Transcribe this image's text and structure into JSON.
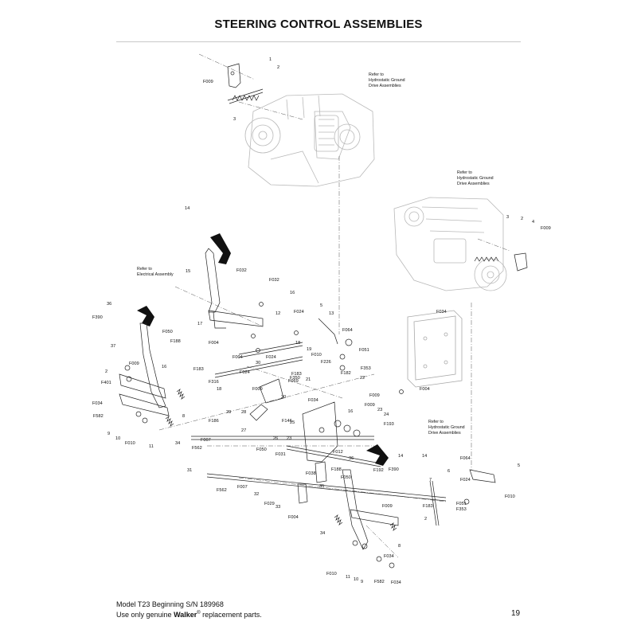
{
  "page": {
    "title": "STEERING CONTROL ASSEMBLIES",
    "page_number": "19"
  },
  "footer": {
    "line1": "Model T23 Beginning S/N 189968",
    "line2_pre": "Use only genuine ",
    "brand": "Walker",
    "trademark": "®",
    "line2_post": " replacement parts."
  },
  "notes": [
    {
      "id": "hydro-top",
      "lines": [
        "Refer to",
        "Hydrostatic Ground",
        "Drive Assemblies"
      ]
    },
    {
      "id": "hydro-right",
      "lines": [
        "Refer to",
        "Hydrostatic Ground",
        "Drive Assemblies"
      ]
    },
    {
      "id": "electrical",
      "lines": [
        "Refer to",
        "Electrical Assembly"
      ]
    },
    {
      "id": "hydro-bottom",
      "lines": [
        "Refer to",
        "Hydrostatic Ground",
        "Drive Assemblies"
      ]
    }
  ],
  "callouts": [
    "1",
    "2",
    "F009",
    "3",
    "3",
    "2",
    "4",
    "F009",
    "14",
    "15",
    "F032",
    "F032",
    "16",
    "17",
    "F004",
    "5",
    "F024",
    "13",
    "12",
    "F064",
    "18",
    "19",
    "F010",
    "F051",
    "F004",
    "F024",
    "F226",
    "F353",
    "30",
    "F183",
    "F024",
    "F183",
    "22",
    "F182",
    "14",
    "36",
    "F390",
    "F050",
    "F188",
    "37",
    "F009",
    "16",
    "2",
    "F401",
    "F034",
    "F582",
    "8",
    "9",
    "10",
    "F010",
    "11",
    "34",
    "F316",
    "18",
    "29",
    "28",
    "F009",
    "20",
    "F350",
    "21",
    "F069",
    "F034",
    "F186",
    "27",
    "F146",
    "F009",
    "F009",
    "16",
    "23",
    "24",
    "F004",
    "F193",
    "25",
    "F031",
    "26",
    "23",
    "F007",
    "F562",
    "F050",
    "31",
    "F562",
    "F007",
    "32",
    "F029",
    "33",
    "F004",
    "F038",
    "35",
    "F188",
    "F050",
    "36",
    "F012",
    "F192",
    "F390",
    "14",
    "F034",
    "F064",
    "6",
    "F024",
    "5",
    "F010",
    "7",
    "F183",
    "F051",
    "F353",
    "F009",
    "2",
    "34",
    "8",
    "F010",
    "11",
    "10",
    "9",
    "F582",
    "F034",
    "F034"
  ]
}
